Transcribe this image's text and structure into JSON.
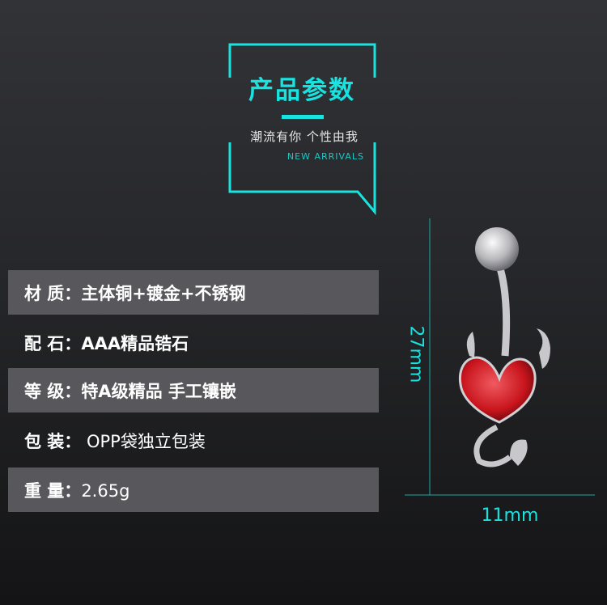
{
  "header": {
    "title": "产品参数",
    "slogan": "潮流有你 个性由我",
    "subtitle": "NEW ARRIVALS"
  },
  "specs": [
    {
      "label": "材 质：",
      "value": "主体铜+镀金+不锈钢"
    },
    {
      "label": "配 石：",
      "value": "AAA精品锆石"
    },
    {
      "label": "等 级：",
      "value": "特A级精品  手工镶嵌"
    },
    {
      "label": "包 装：",
      "value": " OPP袋独立包装"
    },
    {
      "label": "重 量：",
      "value": "2.65g"
    }
  ],
  "dimensions": {
    "height": "27mm",
    "width": "11mm"
  },
  "colors": {
    "accent": "#19e3e0",
    "row_shade": "#58585c",
    "gem": "#d11a22"
  }
}
